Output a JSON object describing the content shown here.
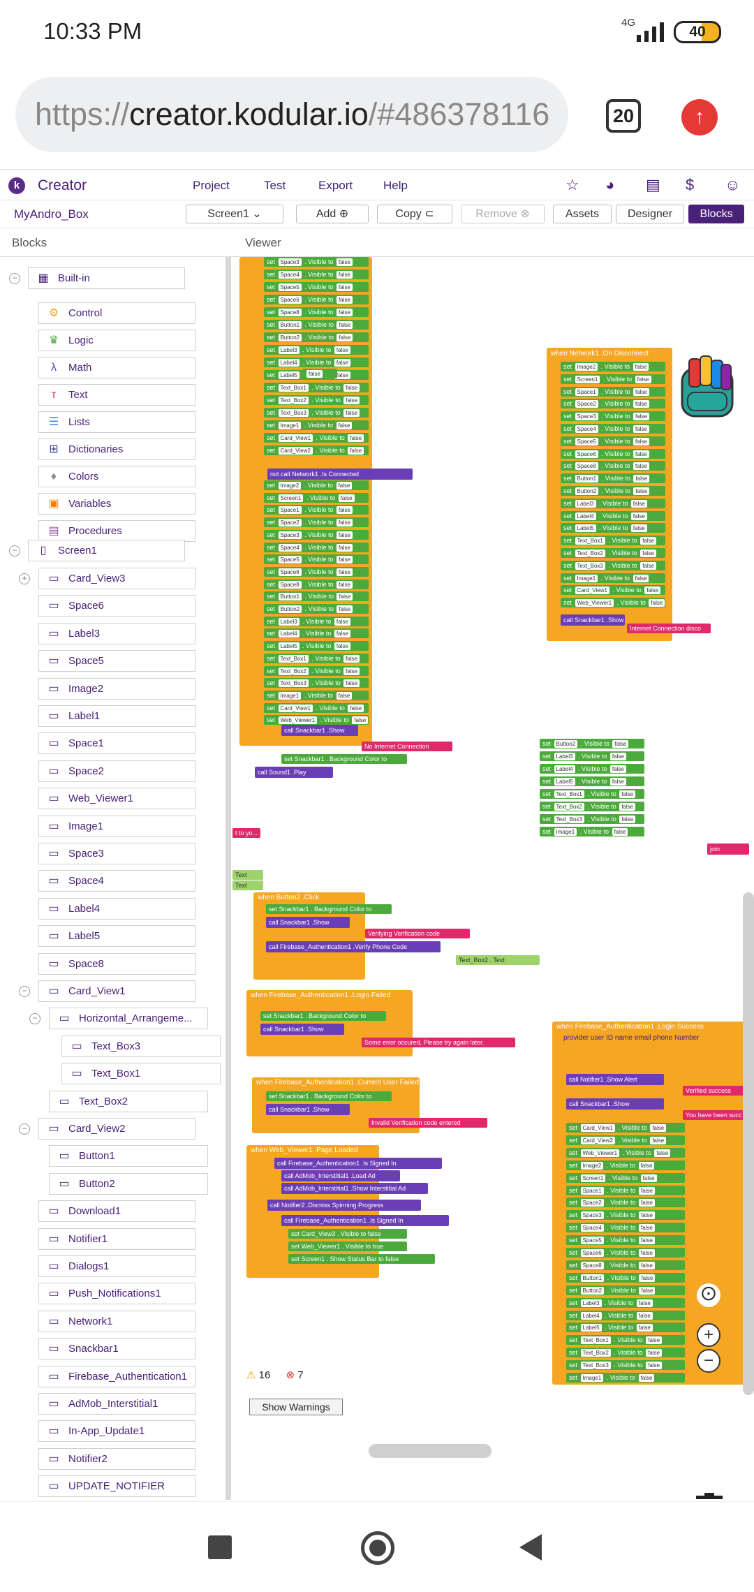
{
  "status_bar": {
    "time": "10:33 PM",
    "network": "4G",
    "battery": "40"
  },
  "browser": {
    "url_scheme": "https://",
    "url_host": "creator.kodular.io",
    "url_rest": "/#486378116",
    "tab_count": "20"
  },
  "app": {
    "brand": "Creator",
    "menu": [
      "Project",
      "Test",
      "Export",
      "Help"
    ],
    "project_name": "MyAndro_Box",
    "toolbar": {
      "screen": "Screen1",
      "add": "Add",
      "copy": "Copy",
      "remove": "Remove",
      "assets": "Assets",
      "designer": "Designer",
      "blocks": "Blocks"
    },
    "panels": {
      "blocks": "Blocks",
      "viewer": "Viewer"
    }
  },
  "tree": {
    "builtin": "Built-in",
    "builtin_items": [
      {
        "label": "Control",
        "color": "#f5a623"
      },
      {
        "label": "Logic",
        "color": "#4caa3c"
      },
      {
        "label": "Math",
        "color": "#3f51b5"
      },
      {
        "label": "Text",
        "color": "#e0286a"
      },
      {
        "label": "Lists",
        "color": "#3f7fd9"
      },
      {
        "label": "Dictionaries",
        "color": "#2d3f9e"
      },
      {
        "label": "Colors",
        "color": "#888888"
      },
      {
        "label": "Variables",
        "color": "#f57c00"
      },
      {
        "label": "Procedures",
        "color": "#8e44ad"
      }
    ],
    "screen": "Screen1",
    "components": [
      "Card_View3",
      "Space6",
      "Label3",
      "Space5",
      "Image2",
      "Label1",
      "Space1",
      "Space2",
      "Web_Viewer1",
      "Image1",
      "Space3",
      "Space4",
      "Label4",
      "Label5",
      "Space8",
      "Card_View1",
      "Horizontal_Arrangeme...",
      "Text_Box3",
      "Text_Box1",
      "Text_Box2",
      "Card_View2",
      "Button1",
      "Button2",
      "Download1",
      "Notifier1",
      "Dialogs1",
      "Push_Notifications1",
      "Network1",
      "Snackbar1",
      "Firebase_Authentication1",
      "AdMob_Interstitial1",
      "In-App_Update1",
      "Notifier2",
      "UPDATE_NOTIFIER"
    ]
  },
  "blocks": {
    "set_rows_main": [
      "Space3",
      "Space4",
      "Space5",
      "Space6",
      "Space8",
      "Button1",
      "Button2",
      "Label3",
      "Label4",
      "Label5",
      "Text_Box1",
      "Text_Box2",
      "Text_Box3",
      "Image1",
      "Card_View1",
      "Card_View2"
    ],
    "set_rows_then": [
      "Image2",
      "Screen1",
      "Space1",
      "Space2",
      "Space3",
      "Space4",
      "Space5",
      "Space6",
      "Space8",
      "Button1",
      "Button2",
      "Label3",
      "Label4",
      "Label5",
      "Text_Box1",
      "Text_Box2",
      "Text_Box3",
      "Image1",
      "Card_View1",
      "Web_Viewer1"
    ],
    "not_connected": "not  call  Network1 .Is Connected",
    "no_internet": "No Internet Connection",
    "sound_play": "call  Sound1 .Play",
    "false_chip": "false",
    "ondisconnect_title": "when  Network1 .On Disconnect",
    "ondisconnect_rows": [
      "Image2",
      "Screen1",
      "Space1",
      "Space2",
      "Space3",
      "Space4",
      "Space5",
      "Space6",
      "Space8",
      "Button1",
      "Button2",
      "Label3",
      "Label4",
      "Label5",
      "Text_Box1",
      "Text_Box2",
      "Text_Box3",
      "Image1",
      "Card_View1",
      "Web_Viewer1"
    ],
    "internet_disconnected": "Internet Connection disco",
    "mid_rows": [
      "Button2",
      "Label3",
      "Label4",
      "Label5",
      "Text_Box1",
      "Text_Box2",
      "Text_Box3",
      "Image1"
    ],
    "button2_click": "when  Button2 .Click",
    "verifying": "Verifying Verification code",
    "verify_phone": "call  Firebase_Authentication1 .Verify Phone Code",
    "login_failed": "when  Firebase_Authentication1 .Login Failed",
    "some_error": "Some error occured, Please try again later.",
    "user_failed": "when  Firebase_Authentication1 .Current User Failed",
    "invalid_code": "Invalid Verification code entered",
    "page_loaded": "when  Web_Viewer1 .Page Loaded",
    "is_signed_in": "call  Firebase_Authentication1 .Is Signed In",
    "load_ad": "call  AdMob_Interstitial1 .Load Ad",
    "show_ad": "call  AdMob_Interstitial1 .Show Interstitial Ad",
    "dismiss": "call  Notifier2 .Dismiss Spinning Progress",
    "login_success": "when  Firebase_Authentication1 .Login Success",
    "login_success_params": "provider  user ID  name  email  phone Number",
    "verified": "Verified success",
    "you_have_been": "You have been succ",
    "login_success_rows": [
      "Card_View1",
      "Card_View2",
      "Web_Viewer1",
      "Image2",
      "Screen1",
      "Space1",
      "Space2",
      "Space3",
      "Space4",
      "Space5",
      "Space6",
      "Space8",
      "Button1",
      "Button2",
      "Label3",
      "Label4",
      "Label5",
      "Text_Box1",
      "Text_Box2",
      "Text_Box3",
      "Image1"
    ],
    "join": "join",
    "text": "Text",
    "to_you": "t to yo..."
  },
  "warnings": {
    "warnings_count": "16",
    "errors_count": "7",
    "show_warnings": "Show Warnings"
  }
}
